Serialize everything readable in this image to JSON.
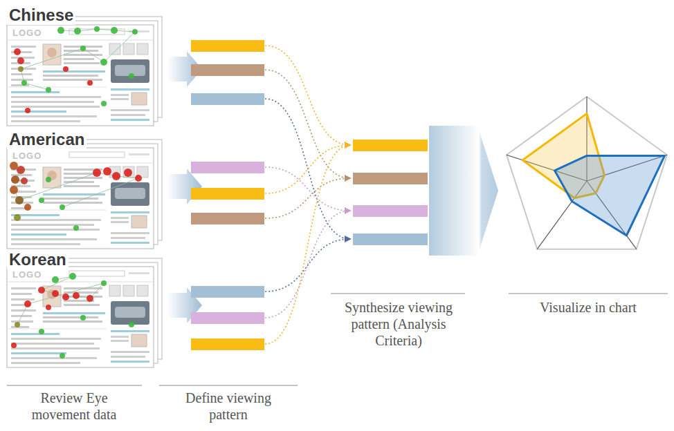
{
  "diagram": {
    "nodes": [
      {
        "text": [
          "Chinese",
          "LOGO"
        ]
      },
      {
        "text": [
          "American",
          "LOGO"
        ]
      },
      {
        "text": [
          "Korean",
          "LOGO"
        ]
      }
    ],
    "labels": [
      "Review Eye movement data",
      "Define viewing pattern",
      "Synthesize viewing pattern (Analysis Criteria)",
      "Visualize in chart"
    ]
  }
}
